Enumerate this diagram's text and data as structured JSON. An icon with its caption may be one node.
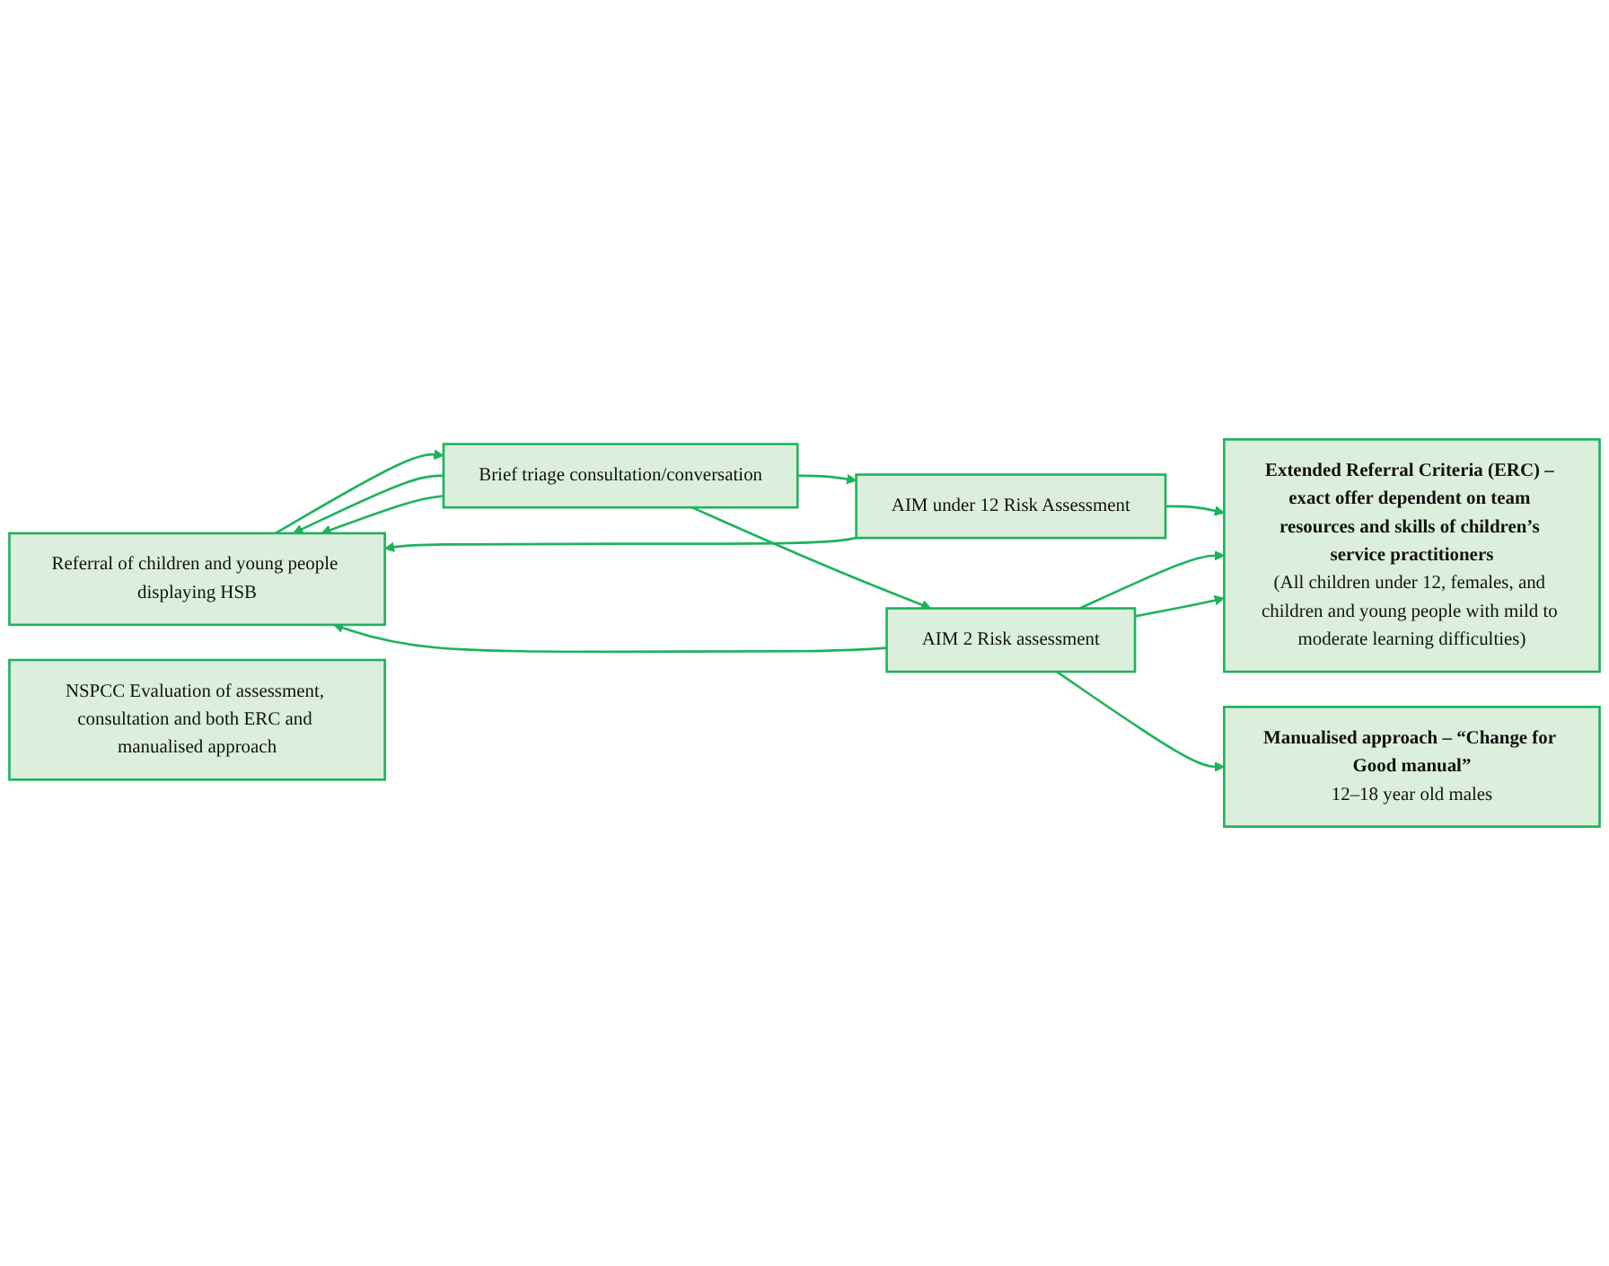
{
  "diagram": {
    "nodes": [
      {
        "text": [
          "Referral of children and young people displaying HSB"
        ]
      },
      {
        "text": [
          "Brief triage consultation/conversation"
        ]
      },
      {
        "text": [
          "AIM under 12 Risk Assessment"
        ]
      },
      {
        "text": [
          "AIM 2 Risk assessment"
        ]
      },
      {
        "text": [
          "Extended Referral Criteria (ERC) – exact offer dependent on team resources and skills of children’s service practitioners",
          "(All children under 12, females, and children and young people with mild to moderate learning difficulties)"
        ]
      },
      {
        "text": [
          "Manualised approach – “Change for Good manual”",
          "12–18 year old males"
        ]
      },
      {
        "text": [
          "NSPCC Evaluation of assessment, consultation and both ERC and manualised approach"
        ]
      }
    ],
    "edges": [
      {
        "from": 2,
        "to": 0,
        "arrow": "to"
      },
      {
        "from": 1,
        "to": 0,
        "arrow": "to"
      },
      {
        "from": 1,
        "to": 2,
        "arrow": "to"
      },
      {
        "from": 0,
        "to": 1,
        "arrow": "to"
      },
      {
        "from": 1,
        "to": 3,
        "arrow": "to"
      },
      {
        "from": 1,
        "to": 0,
        "arrow": "to"
      },
      {
        "from": 3,
        "to": 0,
        "arrow": "to"
      },
      {
        "from": 2,
        "to": 4,
        "arrow": "to"
      },
      {
        "from": 3,
        "to": 4,
        "arrow": "to"
      },
      {
        "from": 3,
        "to": 4,
        "arrow": "to"
      },
      {
        "from": 3,
        "to": 5,
        "arrow": "to"
      }
    ]
  }
}
